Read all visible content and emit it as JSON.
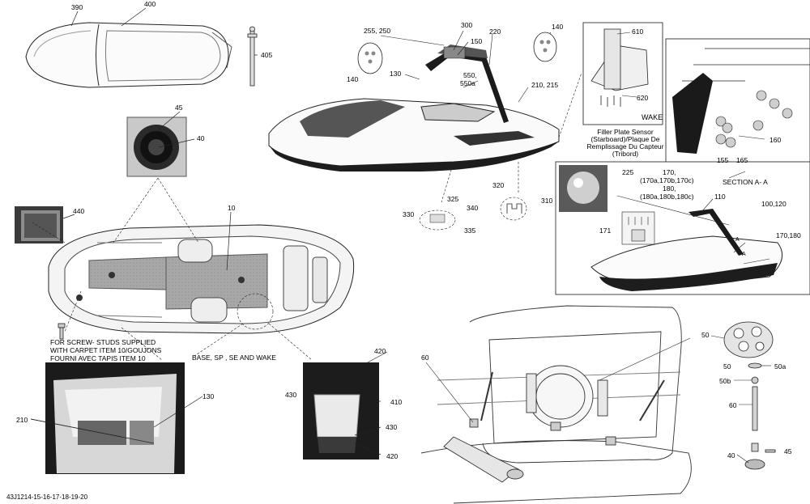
{
  "colors": {
    "line": "#222222",
    "photo_dark": "#1a1a1a",
    "photo_grey": "#8a8a8a",
    "hull_grey": "#d8d8d8",
    "deck_grey": "#9a9a9a"
  },
  "callouts": {
    "c390": "390",
    "c400": "400",
    "c405": "405",
    "c45a": "45",
    "c40a": "40",
    "c440": "440",
    "c10": "10",
    "c255": "255, 250",
    "c300": "300",
    "c150": "150",
    "c220": "220",
    "c140a": "140",
    "c140b": "140",
    "c130a": "130",
    "c550": "550,",
    "c550a": "550a",
    "c210a": "210, 215",
    "c610": "610",
    "c620": "620",
    "c155": "155",
    "c165": "165",
    "c160": "160",
    "c170": "170,",
    "c170sub": "(170a,170b,170c)",
    "c180": "180,",
    "c180sub": "(180a,180b,180c)",
    "c225": "225",
    "c100": "100,120",
    "c110": "110",
    "c171": "171",
    "c170_180": "170,180",
    "c330": "330",
    "c325": "325",
    "c340": "340",
    "c335": "335",
    "c320": "320",
    "c310": "310",
    "c420a": "420",
    "c430a": "430",
    "c410": "410",
    "c430b": "430",
    "c420b": "420",
    "c130b": "130",
    "c210b": "210",
    "c60a": "60",
    "c50a": "50",
    "c50b": "50",
    "c50b2": "50b",
    "c50a2": "50a",
    "c60b": "60",
    "c40b": "40",
    "c45b": "45"
  },
  "notes": {
    "wake": "WAKE",
    "sensor_en": "Filler Plate Sensor",
    "sensor_line2": "(Starboard)/Plaque De",
    "sensor_line3": "Remplissage Du Capteur",
    "sensor_line4": "(Tribord)",
    "section": "SECTION A- A",
    "screw1": "FOR SCREW- STUDS SUPPLIED",
    "screw2": "WITH CARPET ITEM 10/GOUJONS",
    "screw3": "FOURNI AVEC TAPIS ITEM 10",
    "models": "BASE, SP , SE AND WAKE",
    "drawing_no": "43J1214-15-16-17-18-19-20",
    "section_mark_a": "A",
    "section_mark_b": "A"
  }
}
